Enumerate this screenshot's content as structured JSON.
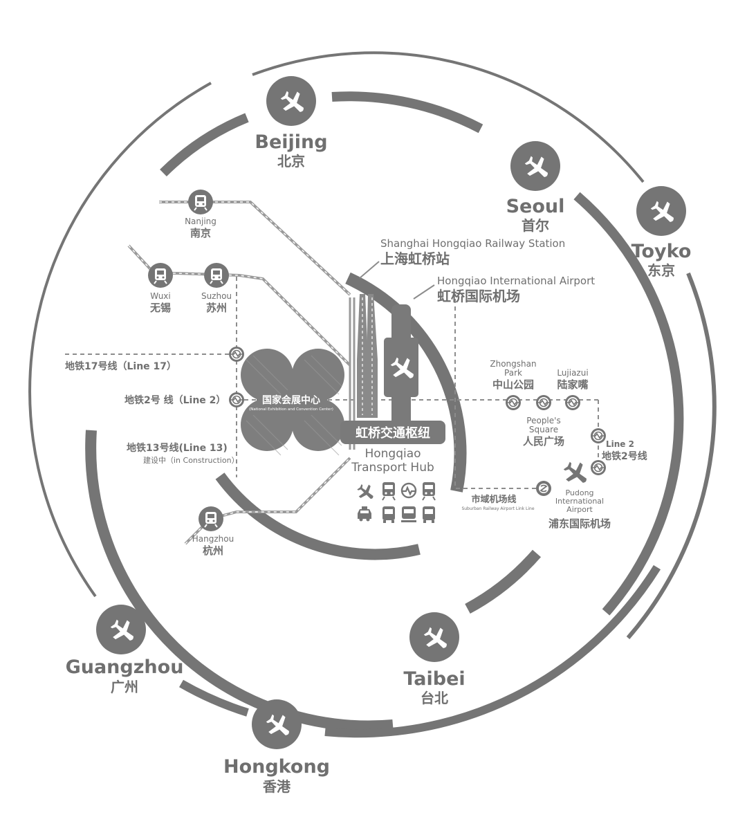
{
  "cities": {
    "beijing": {
      "en": "Beijing",
      "zh": "北京",
      "icon": "airplane-icon"
    },
    "seoul": {
      "en": "Seoul",
      "zh": "首尔",
      "icon": "airplane-icon"
    },
    "tokyo": {
      "en": "Toyko",
      "zh": "东京",
      "icon": "airplane-icon"
    },
    "guangzhou": {
      "en": "Guangzhou",
      "zh": "广州",
      "icon": "airplane-icon"
    },
    "taibei": {
      "en": "Taibei",
      "zh": "台北",
      "icon": "airplane-icon"
    },
    "hongkong": {
      "en": "Hongkong",
      "zh": "香港",
      "icon": "airplane-icon"
    }
  },
  "stations": {
    "nanjing": {
      "en": "Nanjing",
      "zh": "南京"
    },
    "wuxi": {
      "en": "Wuxi",
      "zh": "无锡"
    },
    "suzhou": {
      "en": "Suzhou",
      "zh": "苏州"
    },
    "hangzhou": {
      "en": "Hangzhou",
      "zh": "杭州"
    }
  },
  "railway_station": {
    "en": "Shanghai Hongqiao Railway Station",
    "zh": "上海虹桥站"
  },
  "hongqiao_airport": {
    "en": "Hongqiao International Airport",
    "zh": "虹桥国际机场"
  },
  "hub": {
    "zh": "虹桥交通枢纽",
    "en_line1": "Hongqiao",
    "en_line2": "Transport Hub"
  },
  "convention_center": {
    "zh": "国家会展中心",
    "en": "(National Exhibition and Convention Center)"
  },
  "metro_lines": {
    "line17": "地铁17号线（Line 17）",
    "line2": "地铁2号 线（Line 2）",
    "line13": "地铁13号线(Line 13)",
    "line13_note": "建设中（in Construction）"
  },
  "metro_stops": {
    "zhongshan": {
      "en1": "Zhongshan",
      "en2": "Park",
      "zh": "中山公园"
    },
    "lujiazui": {
      "en": "Lujiazui",
      "zh": "陆家嘴"
    },
    "peoples_square": {
      "en1": "People's",
      "en2": "Square",
      "zh": "人民广场"
    }
  },
  "line2_label": {
    "en": "Line 2",
    "zh": "地铁2号线"
  },
  "pudong_airport": {
    "en1": "Pudong",
    "en2": "International",
    "en3": "Airport",
    "zh": "浦东国际机场"
  },
  "maglev": {
    "zh": "市域机场线",
    "en": "Suburban Railway Airport Link Line"
  },
  "hub_modes": [
    "airplane-icon",
    "train-icon",
    "metro-icon",
    "train-icon",
    "taxi-icon",
    "bus-icon",
    "coach-icon",
    "bus-icon"
  ],
  "colors": {
    "ring": "#757575",
    "icon_circle": "#757575",
    "text": "#6f6f6f",
    "rail": "#9a9a9a"
  }
}
